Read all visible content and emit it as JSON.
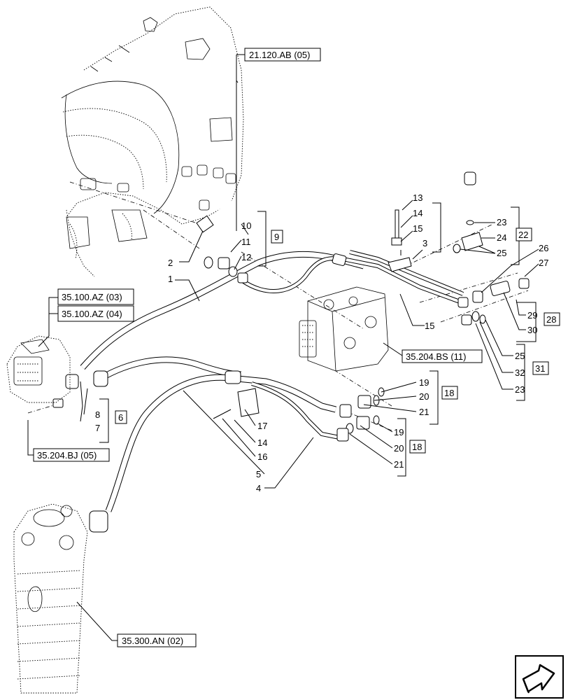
{
  "references": {
    "transmission": "21.120.AB (05)",
    "pump_a": "35.100.AZ (03)",
    "pump_b": "35.100.AZ (04)",
    "valve_block": "35.204.BS (11)",
    "fitting_ref": "35.204.BJ (05)",
    "actuator": "35.300.AN (02)"
  },
  "callouts": {
    "c1": "1",
    "c2": "2",
    "c3": "3",
    "c4": "4",
    "c5": "5",
    "c7": "7",
    "c8": "8",
    "c10": "10",
    "c11": "11",
    "c12": "12",
    "c13": "13",
    "c14a": "14",
    "c15a": "15",
    "c14b": "14",
    "c15b": "15",
    "c16": "16",
    "c17": "17",
    "c19a": "19",
    "c20a": "20",
    "c21a": "21",
    "c19b": "19",
    "c20b": "20",
    "c21b": "21",
    "c23a": "23",
    "c24": "24",
    "c25a": "25",
    "c26": "26",
    "c27": "27",
    "c29": "29",
    "c30": "30",
    "c25b": "25",
    "c32": "32",
    "c23b": "23"
  },
  "groups": {
    "g6": "6",
    "g9": "9",
    "g18a": "18",
    "g18b": "18",
    "g22": "22",
    "g28": "28",
    "g31": "31"
  },
  "nav_icon": "next-page-arrow-icon"
}
